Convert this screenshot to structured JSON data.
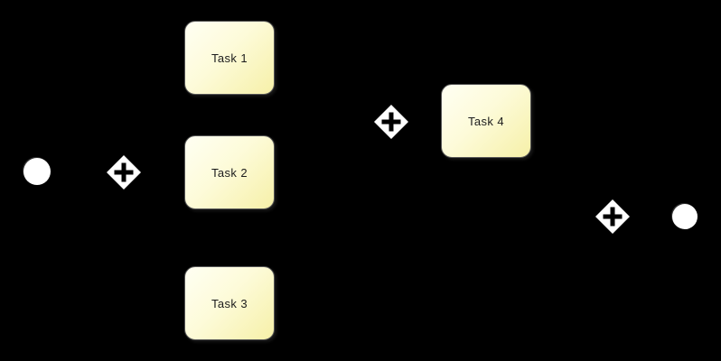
{
  "diagram": {
    "kind": "bpmn-process",
    "background_color": "#000000",
    "start_event": {
      "shape": "circle",
      "fill_color": "#ffffff"
    },
    "end_event": {
      "shape": "circle",
      "fill_color": "#ffffff"
    },
    "gateways": [
      {
        "id": "parallel-gateway-split",
        "type": "parallel",
        "symbol": "+",
        "fill_color": "#ffffff",
        "symbol_color": "#000000"
      },
      {
        "id": "parallel-gateway-join-1",
        "type": "parallel",
        "symbol": "+",
        "fill_color": "#ffffff",
        "symbol_color": "#000000"
      },
      {
        "id": "parallel-gateway-join-2",
        "type": "parallel",
        "symbol": "+",
        "fill_color": "#ffffff",
        "symbol_color": "#000000"
      }
    ],
    "tasks": [
      {
        "id": "task-1",
        "label": "Task 1"
      },
      {
        "id": "task-2",
        "label": "Task 2"
      },
      {
        "id": "task-3",
        "label": "Task 3"
      },
      {
        "id": "task-4",
        "label": "Task 4"
      }
    ],
    "task_style": {
      "fill_top": "#fffff3",
      "fill_bottom": "#f6f0a8",
      "border_color": "#555555",
      "text_color": "#1c1c1c"
    }
  }
}
